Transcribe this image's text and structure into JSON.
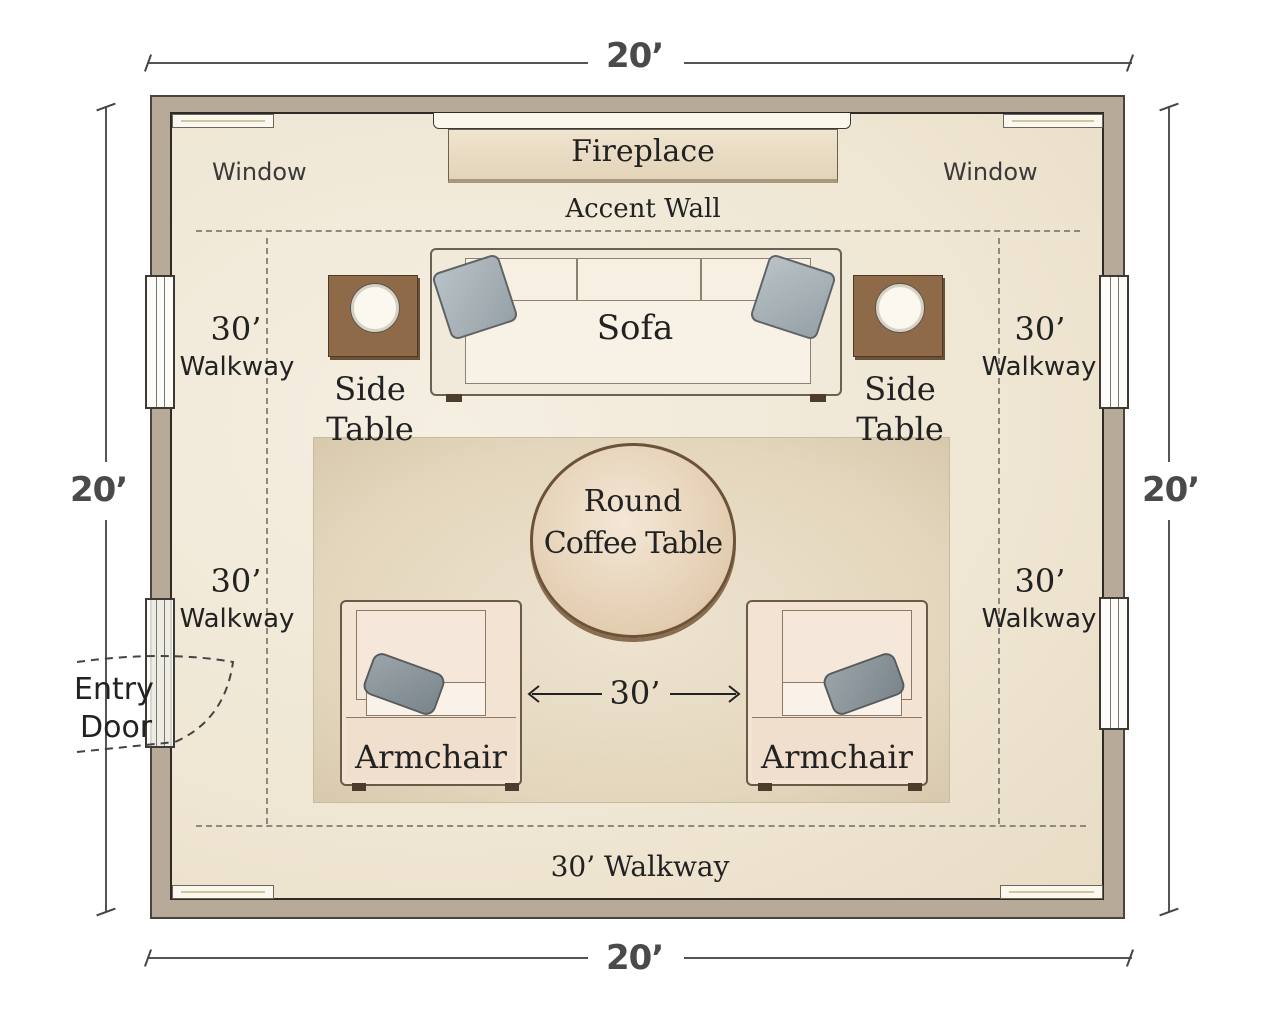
{
  "dimensions": {
    "top_width": "20’",
    "bottom_width": "20’",
    "left_height": "20’",
    "right_height": "20’"
  },
  "room": {
    "fireplace_label": "Fireplace",
    "accent_wall_label": "Accent Wall",
    "window_left_label": "Window",
    "window_right_label": "Window",
    "entry_door_line1": "Entry",
    "entry_door_line2": "Door"
  },
  "walkways": {
    "left_upper": {
      "distance": "30’",
      "label": "Walkway"
    },
    "left_lower": {
      "distance": "30’",
      "label": "Walkway"
    },
    "right_upper": {
      "distance": "30’",
      "label": "Walkway"
    },
    "right_lower": {
      "distance": "30’",
      "label": "Walkway"
    },
    "bottom": "30’ Walkway"
  },
  "furniture": {
    "sofa": "Sofa",
    "side_table_left": {
      "line1": "Side",
      "line2": "Table"
    },
    "side_table_right": {
      "line1": "Side",
      "line2": "Table"
    },
    "coffee_table": {
      "line1": "Round",
      "line2": "Coffee Table"
    },
    "armchair_left": "Armchair",
    "armchair_right": "Armchair",
    "armchair_spacing": "30’"
  },
  "colors": {
    "wall": "#b8aa98",
    "floor": "#efe6d3",
    "rug": "#e3d6bc",
    "side_table_wood": "#8e6a49",
    "pillow_gray": "#a3adb2",
    "upholstery": "#f2e3d3"
  }
}
